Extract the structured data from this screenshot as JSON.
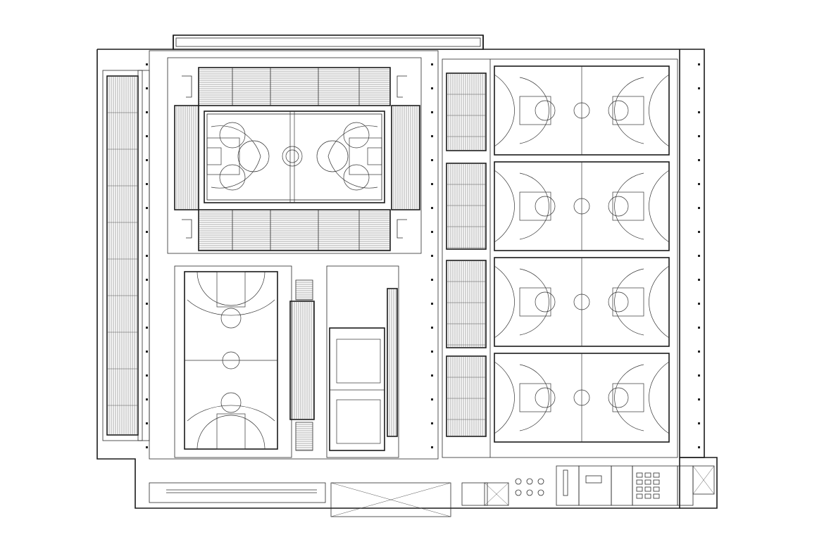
{
  "drawing": {
    "type": "architectural floor plan",
    "background_color": "#ffffff",
    "line_color": "#1a1a1a"
  },
  "courts": {
    "main_arena": {
      "kind": "futsal-basketball",
      "count": 1
    },
    "lower_left": {
      "kind": "basketball",
      "count": 1
    },
    "lower_middle": {
      "kind": "volleyball",
      "count": 2
    },
    "right_hall": {
      "kind": "basketball",
      "count": 4
    }
  },
  "seating": {
    "main_arena_blocks": [
      "north",
      "south",
      "west",
      "east"
    ],
    "west_long_stand": 1,
    "right_hall_stands": 4
  }
}
